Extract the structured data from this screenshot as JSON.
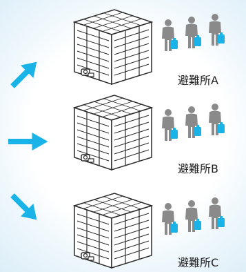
{
  "shelters": [
    {
      "label": "避難所A"
    },
    {
      "label": "避難所B"
    },
    {
      "label": "避難所C"
    }
  ],
  "colors": {
    "arrow": "#1ab3e8",
    "tank_outline": "#2a2a2a",
    "tank_fill": "#ffffff",
    "person": "#8a8a8a",
    "jerrycan": "#1ab3e8",
    "label_text": "#222222"
  },
  "icons": {
    "arrow": "arrow-icon",
    "tank": "water-tank-icon",
    "people": "people-with-water-icon"
  }
}
